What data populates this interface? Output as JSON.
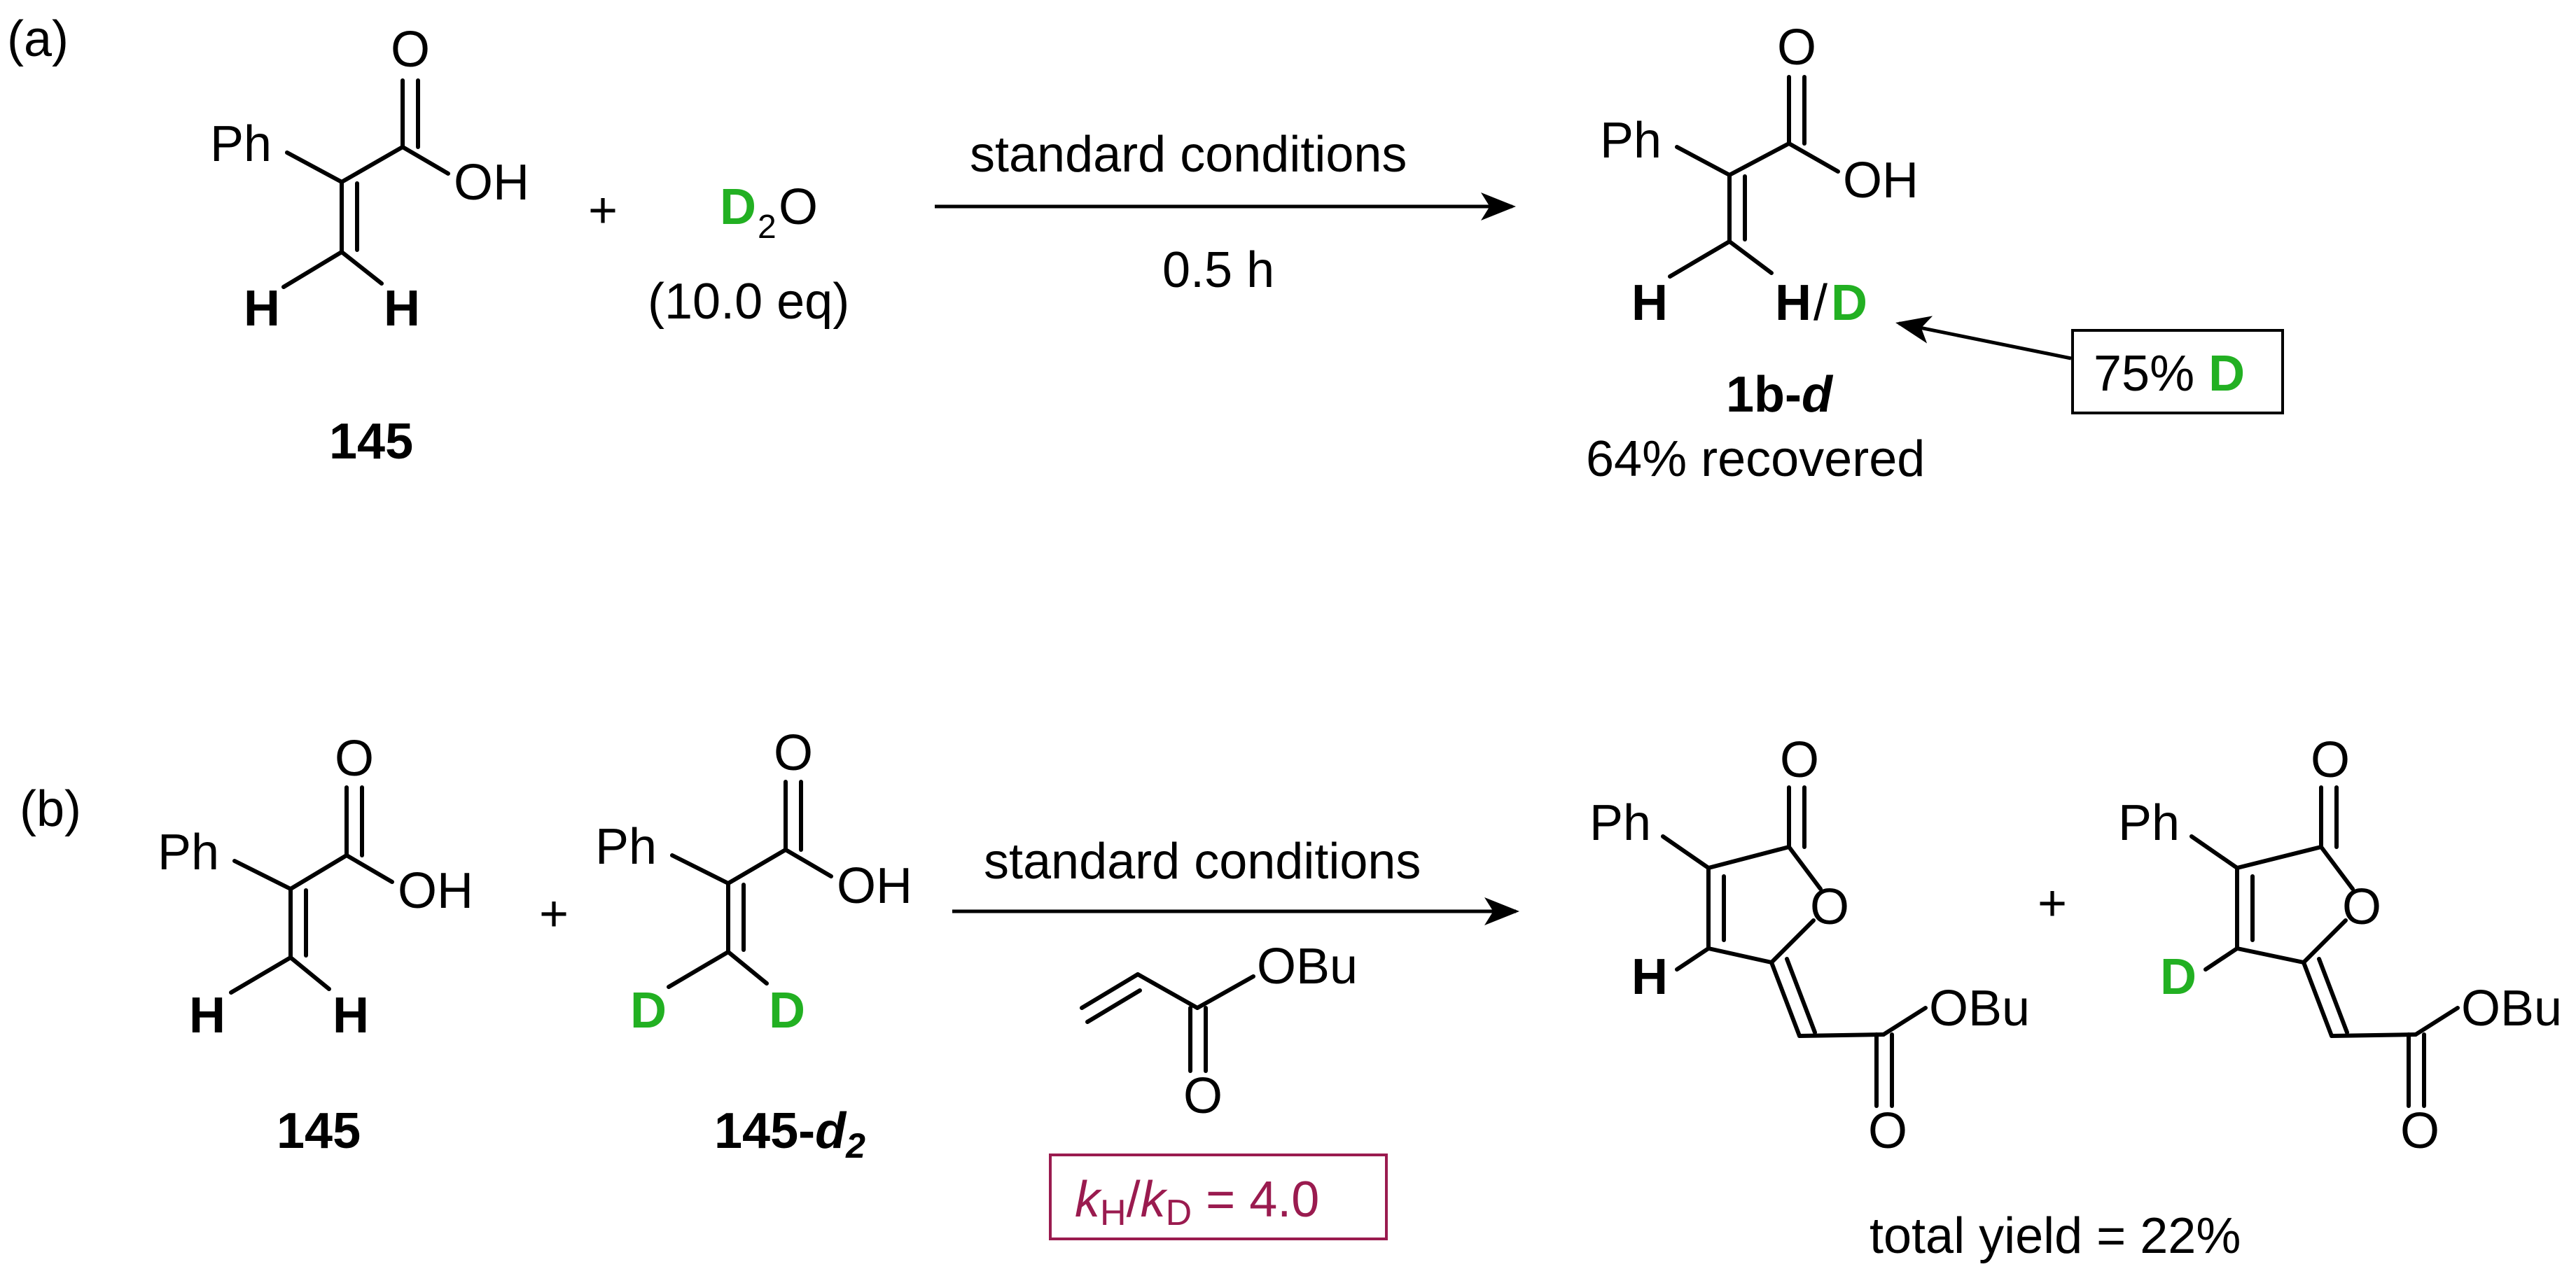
{
  "panel_a": {
    "label": "(a)",
    "reactant": {
      "Ph": "Ph",
      "O": "O",
      "OH": "OH",
      "H1": "H",
      "H2": "H",
      "compound": "145"
    },
    "plus": "+",
    "reagent": {
      "D": "D",
      "sub": "2",
      "O": "O",
      "eq": "(10.0 eq)"
    },
    "arrow": {
      "above": "standard conditions",
      "below": "0.5 h"
    },
    "product": {
      "Ph": "Ph",
      "O": "O",
      "OH": "OH",
      "H1": "H",
      "H2": "H",
      "slash": "/",
      "D": "D",
      "compound_main": "1b-",
      "compound_italic": "d",
      "recovered": "64% recovered"
    },
    "annotation": {
      "text": "75% ",
      "D": "D"
    }
  },
  "panel_b": {
    "label": "(b)",
    "reactant1": {
      "Ph": "Ph",
      "O": "O",
      "OH": "OH",
      "H1": "H",
      "H2": "H",
      "compound": "145"
    },
    "plus1": "+",
    "reactant2": {
      "Ph": "Ph",
      "O": "O",
      "OH": "OH",
      "D1": "D",
      "D2": "D",
      "compound_main": "145-",
      "compound_italic": "d",
      "compound_sub": "2"
    },
    "arrow": {
      "above": "standard conditions",
      "acrylate_OBu": "OBu",
      "acrylate_O": "O"
    },
    "kie": {
      "k1": "k",
      "sub1": "H",
      "slash": "/",
      "k2": "k",
      "sub2": "D",
      "value": " = 4.0"
    },
    "product1": {
      "Ph": "Ph",
      "O_carbonyl": "O",
      "O_ring": "O",
      "H": "H",
      "OBu": "OBu",
      "O_ester": "O"
    },
    "plus2": "+",
    "product2": {
      "Ph": "Ph",
      "O_carbonyl": "O",
      "O_ring": "O",
      "D": "D",
      "OBu": "OBu",
      "O_ester": "O"
    },
    "total_yield": "total yield = 22%"
  }
}
